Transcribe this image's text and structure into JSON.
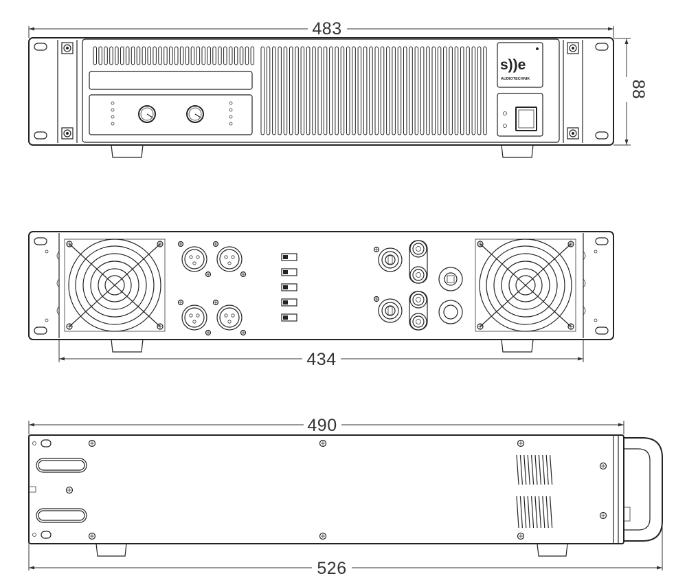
{
  "dimensions": {
    "front_width": "483",
    "front_height": "88",
    "rear_width": "434",
    "side_depth": "490",
    "side_overall_depth": "526"
  },
  "brand": {
    "logo_main": "s))e",
    "logo_sub": "AUDIOTECHNIK"
  },
  "colors": {
    "line": "#222222",
    "background": "#ffffff"
  }
}
